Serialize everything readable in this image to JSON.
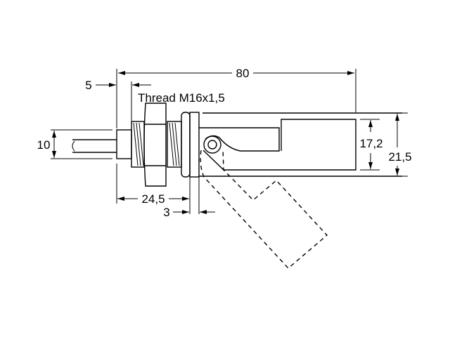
{
  "drawing": {
    "thread_label": "Thread M16x1,5",
    "dimensions": {
      "overall_length": "80",
      "thread_offset": "5",
      "cable_diameter": "10",
      "body_to_flange": "24,5",
      "flange_thickness": "3",
      "float_height": "17,2",
      "housing_height": "21,5"
    }
  }
}
